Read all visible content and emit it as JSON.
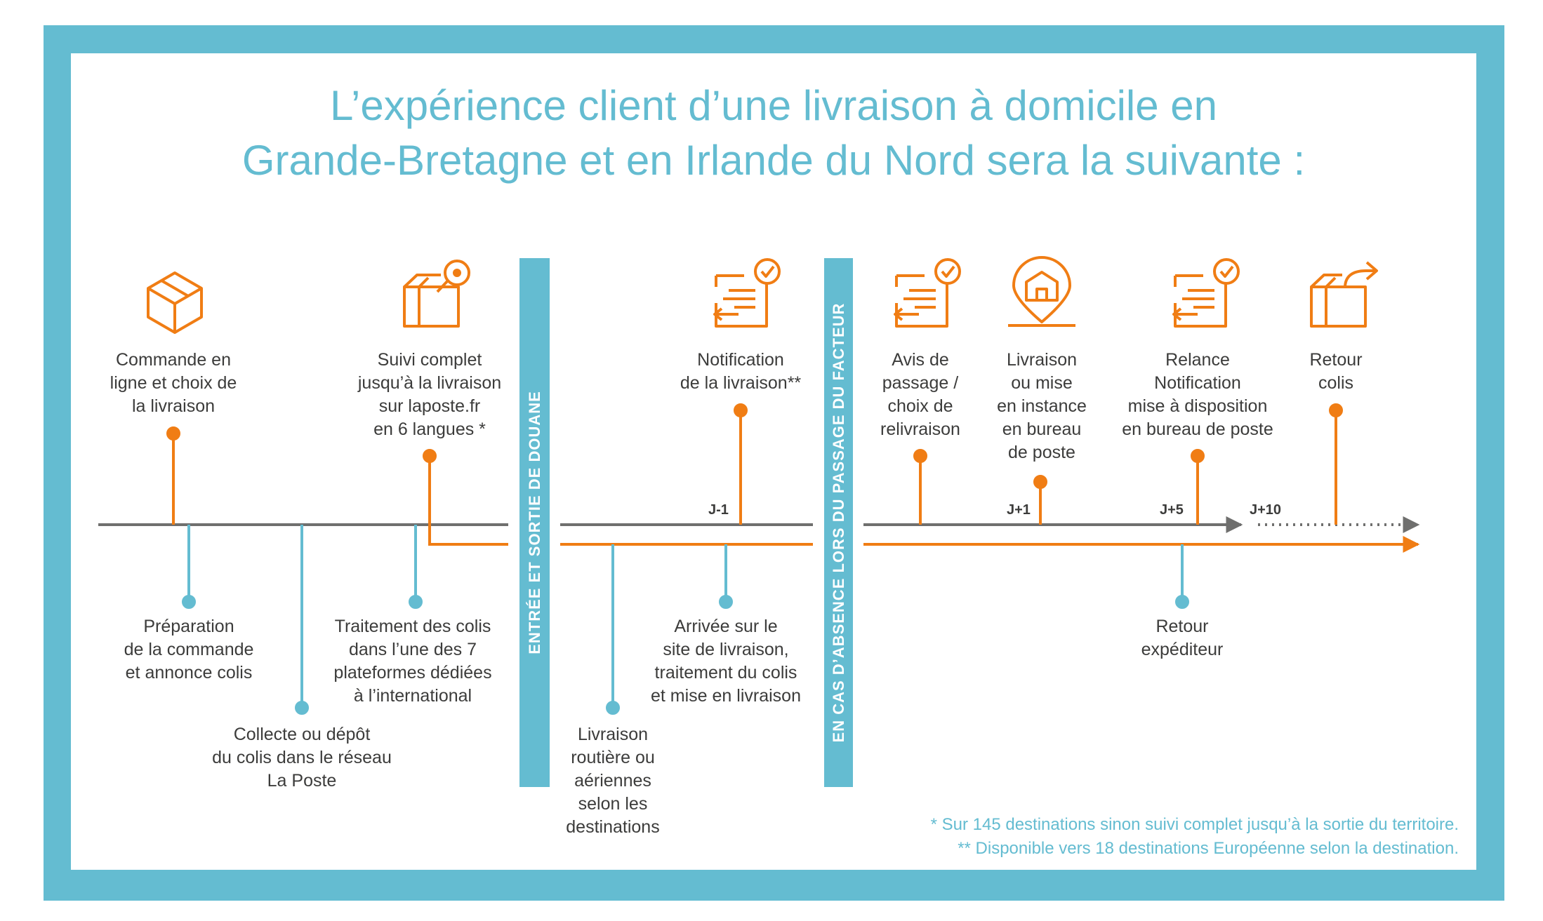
{
  "title": {
    "line1": "L’expérience client d’une livraison à domicile en",
    "line2": "Grande-Bretagne et en Irlande du Nord sera la suivante :"
  },
  "colors": {
    "teal": "#64bcd1",
    "orange": "#f07d14",
    "gray": "#6f6f6e",
    "text": "#3c3c3b"
  },
  "bands": {
    "customs": "ENTRÉE ET SORTIE DE DOUANE",
    "absence": "EN CAS D’ABSENCE LORS DU PASSAGE DU FACTEUR"
  },
  "top_steps": {
    "order": {
      "icon": "package-box-icon",
      "label": "Commande en\nligne  et choix de\nla livraison"
    },
    "tracking": {
      "icon": "parcel-tracking-icon",
      "label": "Suivi complet\njusqu’à la livraison\nsur laposte.fr\nen 6  langues *"
    },
    "notification": {
      "icon": "notification-check-icon",
      "label": "Notification\nde la livraison**"
    },
    "notice": {
      "icon": "notice-check-icon",
      "label": "Avis de\npassage /\nchoix de\nrelivraison"
    },
    "pickup": {
      "icon": "post-office-location-icon",
      "label": "Livraison\nou mise\nen instance\nen bureau\nde poste"
    },
    "reminder": {
      "icon": "reminder-check-icon",
      "label": "Relance\nNotification\nmise à disposition\nen bureau de poste"
    },
    "return": {
      "icon": "return-box-icon",
      "label": "Retour\ncolis"
    }
  },
  "bottom_steps": {
    "prep": "Préparation\nde la commande\net annonce colis",
    "collect": "Collecte ou dépôt\ndu colis dans le réseau\nLa Poste",
    "sorting": "Traitement des colis\ndans l’une des 7\nplateformes dédiées\nà l’international",
    "transport": "Livraison\nroutière ou\naériennes\nselon les\ndestinations",
    "arrival": "Arrivée sur le\nsite de livraison,\ntraitement du colis\net mise en livraison",
    "sender": "Retour\nexpéditeur"
  },
  "day_markers": {
    "jm1": "J-1",
    "jp1": "J+1",
    "jp5": "J+5",
    "jp10": "J+10"
  },
  "footnotes": {
    "f1": "* Sur 145 destinations sinon suivi complet jusqu’à la sortie du territoire.",
    "f2": "** Disponible vers 18 destinations Européenne selon la destination."
  }
}
